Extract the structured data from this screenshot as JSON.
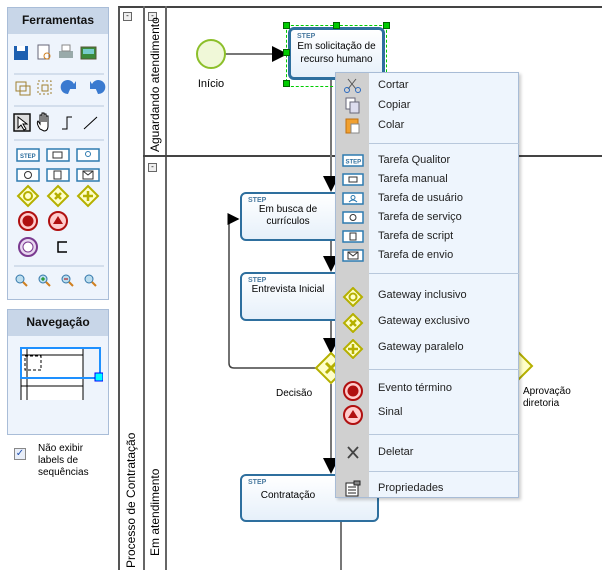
{
  "tools": {
    "title": "Ferramentas",
    "icons": [
      "save-icon",
      "print-preview-icon",
      "print-icon",
      "export-image-icon",
      "group-icon",
      "ungroup-icon",
      "undo-icon",
      "redo-icon",
      "select-icon",
      "pan-hand-icon",
      "orthogonal-connector-icon",
      "straight-connector-icon",
      "task-step-icon",
      "manual-task-icon",
      "user-task-icon",
      "service-task-icon",
      "script-task-icon",
      "send-task-icon",
      "inclusive-gateway-icon",
      "exclusive-gateway-icon",
      "parallel-gateway-icon",
      "end-event-icon",
      "signal-icon",
      "timer-icon",
      "annotation-icon",
      "zoom-icon",
      "zoom-in-icon",
      "zoom-out-icon",
      "zoom-fit-icon"
    ],
    "step_label": "STEP"
  },
  "navigation": {
    "title": "Navegação"
  },
  "options": {
    "hide_sequence_labels": "Não exibir labels de sequências",
    "hide_sequence_labels_checked": true
  },
  "diagram": {
    "pool": "Processo de Contratação",
    "lanes": [
      "Aguardando atendimento",
      "Em atendimento"
    ],
    "start_event": "Início",
    "tasks": [
      {
        "tag": "STEP",
        "label": "Em solicitação de recurso humano"
      },
      {
        "tag": "STEP",
        "label": "Em busca de currículos"
      },
      {
        "tag": "STEP",
        "label": "Entrevista Inicial"
      },
      {
        "tag": "STEP",
        "label": "Contratação"
      }
    ],
    "gateways": [
      "Decisão",
      "Aprovação diretoria"
    ]
  },
  "context_menu": {
    "items": [
      {
        "label": "Cortar",
        "icon": "scissors-icon"
      },
      {
        "label": "Copiar",
        "icon": "copy-icon"
      },
      {
        "label": "Colar",
        "icon": "paste-icon"
      },
      {
        "label": "Tarefa Qualitor",
        "icon": "task-step-icon"
      },
      {
        "label": "Tarefa manual",
        "icon": "manual-task-icon"
      },
      {
        "label": "Tarefa de usuário",
        "icon": "user-task-icon"
      },
      {
        "label": "Tarefa de serviço",
        "icon": "service-task-icon"
      },
      {
        "label": "Tarefa de script",
        "icon": "script-task-icon"
      },
      {
        "label": "Tarefa de envio",
        "icon": "send-task-icon"
      },
      {
        "label": "Gateway inclusivo",
        "icon": "inclusive-gateway-icon"
      },
      {
        "label": "Gateway exclusivo",
        "icon": "exclusive-gateway-icon"
      },
      {
        "label": "Gateway paralelo",
        "icon": "parallel-gateway-icon"
      },
      {
        "label": "Evento término",
        "icon": "end-event-icon"
      },
      {
        "label": "Sinal",
        "icon": "signal-icon"
      },
      {
        "label": "Deletar",
        "icon": "delete-icon"
      },
      {
        "label": "Propriedades",
        "icon": "properties-icon"
      }
    ]
  },
  "colors": {
    "task_border": "#2e6f9e",
    "gateway": "#b5b000",
    "end_event": "#b01010",
    "start_event": "#8cbf2a",
    "selection": "#00cc00"
  }
}
